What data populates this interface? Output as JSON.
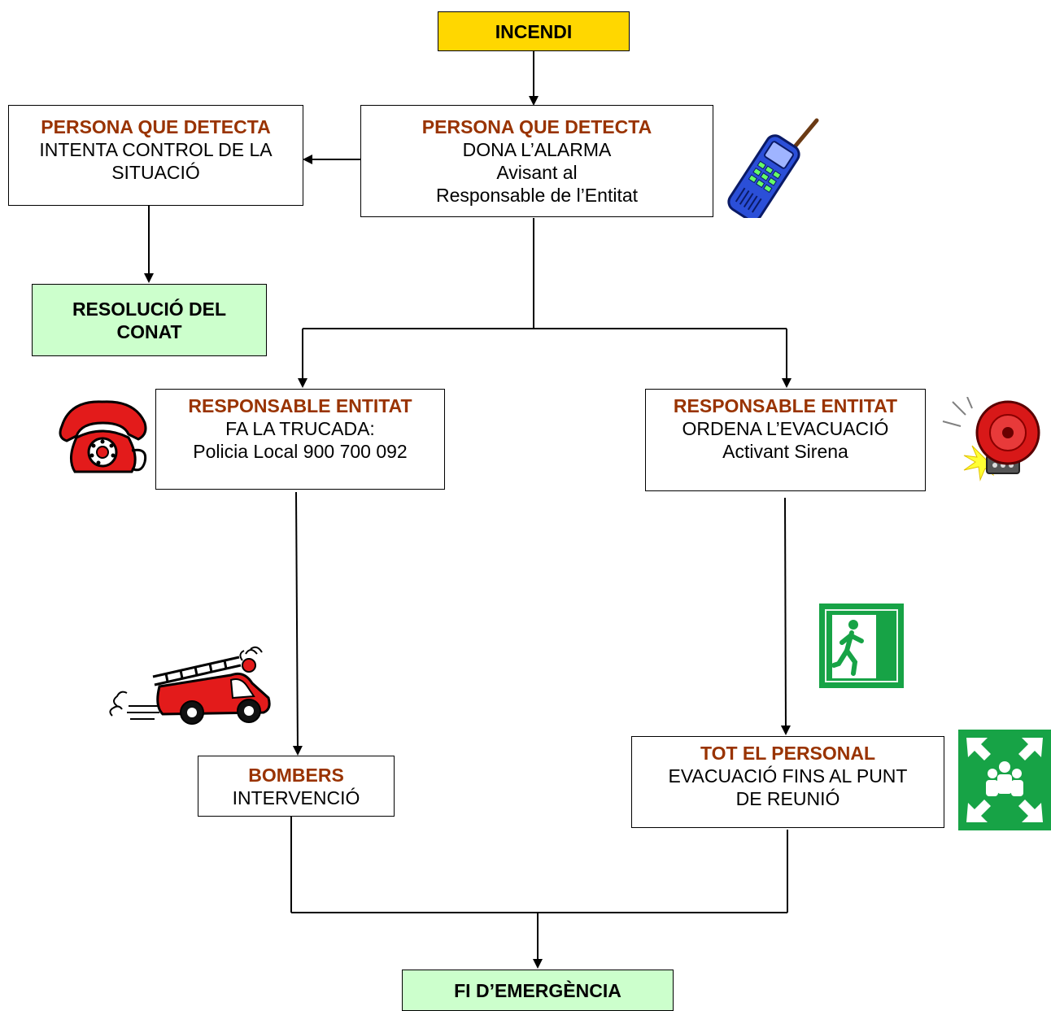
{
  "colors": {
    "role_text": "#993300",
    "start_fill": "#FFD700",
    "end_fill": "#CCFFCC",
    "line": "#000000"
  },
  "nodes": {
    "incendi": {
      "label": "INCENDI"
    },
    "detect_control": {
      "role": "PERSONA QUE DETECTA",
      "lines": [
        "INTENTA CONTROL DE LA",
        "SITUACIÓ"
      ]
    },
    "detect_alarm": {
      "role": "PERSONA QUE DETECTA",
      "lines": [
        "DONA L’ALARMA",
        "Avisant al",
        "Responsable de l’Entitat"
      ]
    },
    "resolucio": {
      "lines": [
        "RESOLUCIÓ DEL",
        "CONAT"
      ]
    },
    "resp_call": {
      "role": "RESPONSABLE ENTITAT",
      "lines": [
        "FA LA TRUCADA:",
        "Policia Local 900 700 092"
      ]
    },
    "resp_evac": {
      "role": "RESPONSABLE ENTITAT",
      "lines": [
        "ORDENA L’EVACUACIÓ",
        "Activant Sirena"
      ]
    },
    "bombers": {
      "role": "BOMBERS",
      "lines": [
        "INTERVENCIÓ"
      ]
    },
    "personal": {
      "role": "TOT EL PERSONAL",
      "lines": [
        "EVACUACIÓ FINS AL PUNT",
        "DE REUNIÓ"
      ]
    },
    "fi": {
      "label": "FI D’EMERGÈNCIA"
    }
  },
  "icons": [
    "mobile-phone-icon",
    "red-telephone-icon",
    "alarm-bell-icon",
    "fire-truck-icon",
    "emergency-exit-icon",
    "assembly-point-icon"
  ]
}
